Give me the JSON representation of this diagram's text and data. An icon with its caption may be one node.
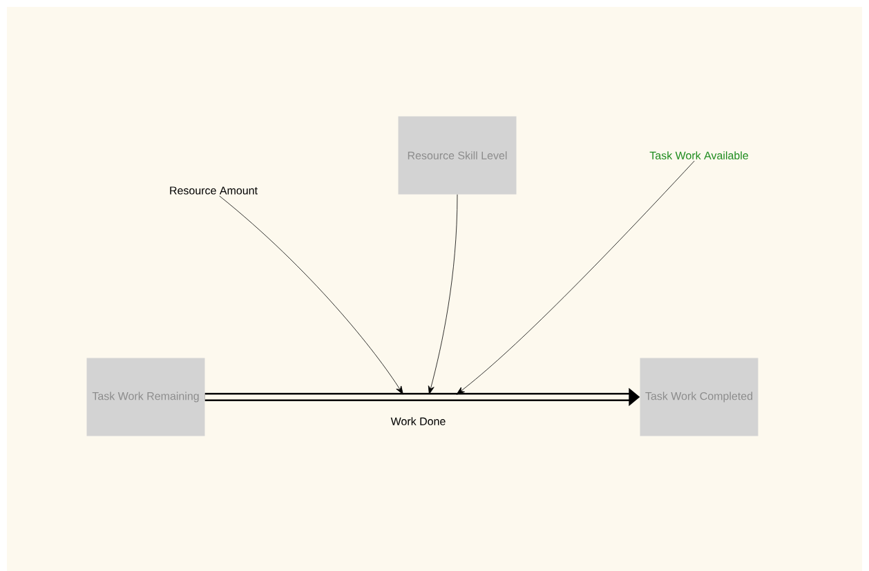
{
  "diagram": {
    "nodes": [
      {
        "text": [
          "Resource Amount"
        ]
      },
      {
        "text": [
          "Resource Skill Level"
        ]
      },
      {
        "text": [
          "Task Work Available"
        ]
      },
      {
        "text": [
          "Task Work Remaining"
        ]
      },
      {
        "text": [
          "Task Work Completed"
        ]
      }
    ],
    "edges": [
      {
        "from": 3,
        "to": 4,
        "arrow": "to",
        "label": "Work Done",
        "style": "thick"
      },
      {
        "from": 0,
        "to": null,
        "arrow": "to"
      },
      {
        "from": 1,
        "to": null,
        "arrow": "to"
      },
      {
        "from": 2,
        "to": null,
        "arrow": "to",
        "color": "#000000"
      }
    ]
  }
}
